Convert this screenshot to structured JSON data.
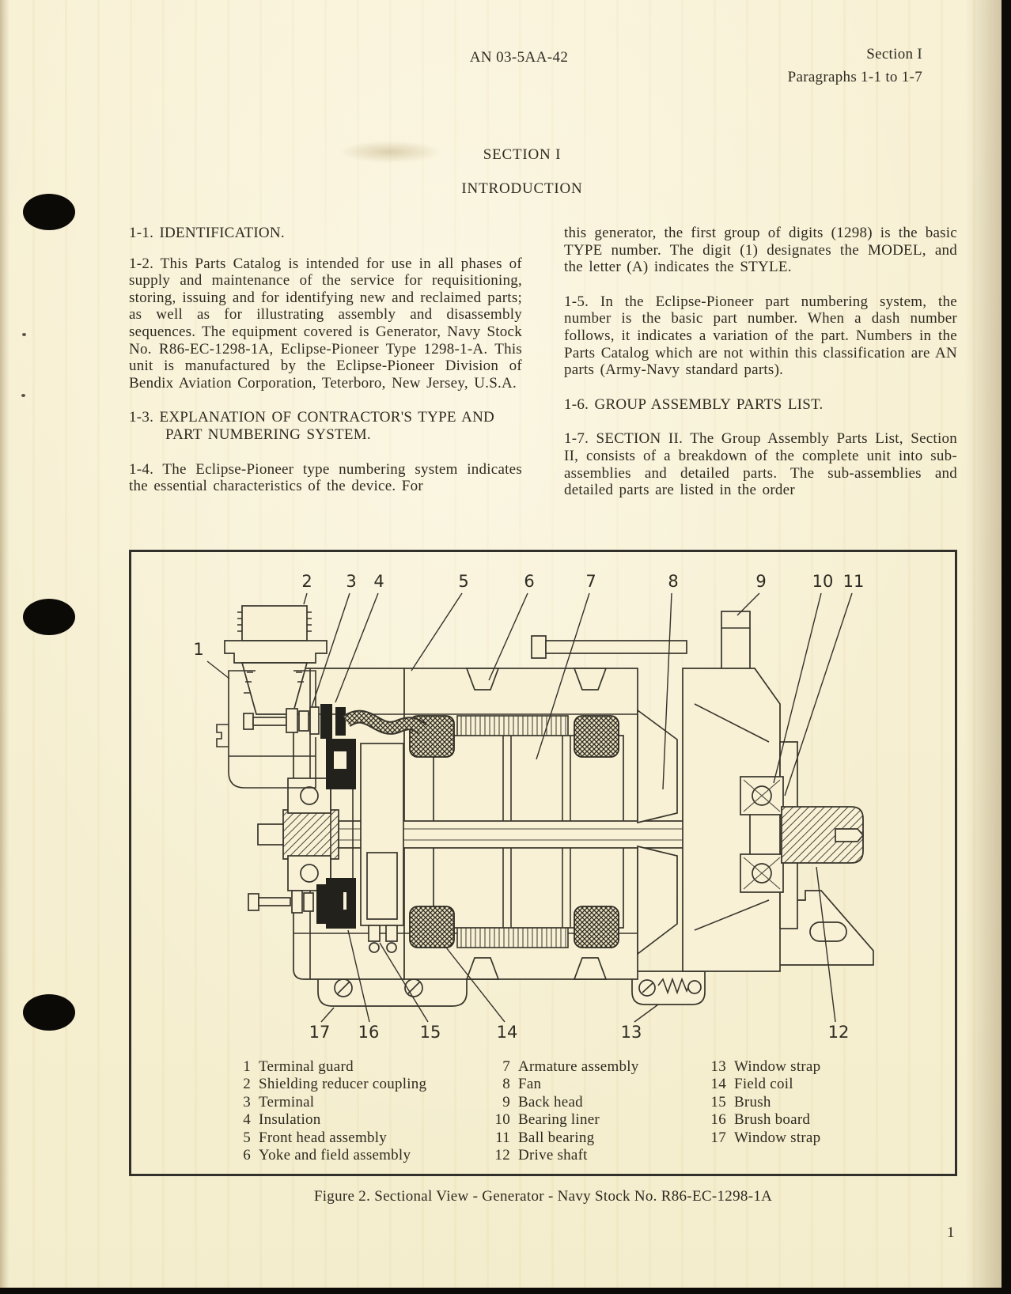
{
  "header": {
    "doc_number": "AN 03-5AA-42",
    "section": "Section I",
    "paragraph_range": "Paragraphs 1-1 to 1-7"
  },
  "titles": {
    "section": "SECTION I",
    "subtitle": "INTRODUCTION"
  },
  "left_column": {
    "h_1_1": "1-1.  IDENTIFICATION.",
    "p_1_2": "1-2.  This Parts Catalog is intended for use in all phases of supply and maintenance of the service for requisitioning, storing, issuing and for identifying new and reclaimed parts; as well as for illustrating assembly and disassembly sequences. The equipment covered is Generator, Navy Stock No. R86-EC-1298-1A, Eclipse-Pioneer Type 1298-1-A. This unit is manufactured by the Eclipse-Pioneer Division of Bendix Aviation Corporation, Teterboro, New Jersey, U.S.A.",
    "h_1_3_line1": "1-3.  EXPLANATION OF CONTRACTOR'S TYPE AND",
    "h_1_3_line2": "PART NUMBERING SYSTEM.",
    "p_1_4": "1-4.  The Eclipse-Pioneer type numbering system indicates the essential characteristics of the device. For"
  },
  "right_column": {
    "p_1_4_cont": "this generator, the first group of digits (1298) is the basic TYPE number. The digit (1) designates the MODEL, and the letter (A) indicates the STYLE.",
    "p_1_5": "1-5.  In the Eclipse-Pioneer part numbering system, the number is the basic part number. When a dash number follows, it indicates a variation of the part. Numbers in the Parts Catalog which are not within this classification are AN parts (Army-Navy standard parts).",
    "h_1_6": "1-6.  GROUP ASSEMBLY PARTS LIST.",
    "p_1_7": "1-7.  SECTION II. The Group Assembly Parts List, Section II, consists of a breakdown of the complete unit into sub-assemblies and detailed parts. The sub-assemblies and detailed parts are listed in the order"
  },
  "figure": {
    "caption": "Figure 2. Sectional View - Generator - Navy Stock No. R86-EC-1298-1A",
    "callouts": {
      "c1": "1",
      "c2": "2",
      "c3": "3",
      "c4": "4",
      "c5": "5",
      "c6": "6",
      "c7": "7",
      "c8": "8",
      "c9": "9",
      "c10": "10",
      "c11": "11",
      "c12": "12",
      "c13": "13",
      "c14": "14",
      "c15": "15",
      "c16": "16",
      "c17": "17"
    },
    "parts": [
      {
        "num": "1",
        "name": "Terminal guard"
      },
      {
        "num": "2",
        "name": "Shielding reducer coupling"
      },
      {
        "num": "3",
        "name": "Terminal"
      },
      {
        "num": "4",
        "name": "Insulation"
      },
      {
        "num": "5",
        "name": "Front head assembly"
      },
      {
        "num": "6",
        "name": "Yoke and field assembly"
      },
      {
        "num": "7",
        "name": "Armature assembly"
      },
      {
        "num": "8",
        "name": "Fan"
      },
      {
        "num": "9",
        "name": "Back head"
      },
      {
        "num": "10",
        "name": "Bearing liner"
      },
      {
        "num": "11",
        "name": "Ball bearing"
      },
      {
        "num": "12",
        "name": "Drive shaft"
      },
      {
        "num": "13",
        "name": "Window strap"
      },
      {
        "num": "14",
        "name": "Field coil"
      },
      {
        "num": "15",
        "name": "Brush"
      },
      {
        "num": "16",
        "name": "Brush board"
      },
      {
        "num": "17",
        "name": "Window strap"
      }
    ]
  },
  "footer": {
    "page_number": "1"
  },
  "colors": {
    "paper": "#f8f1d6",
    "ink": "#2e2b22"
  }
}
